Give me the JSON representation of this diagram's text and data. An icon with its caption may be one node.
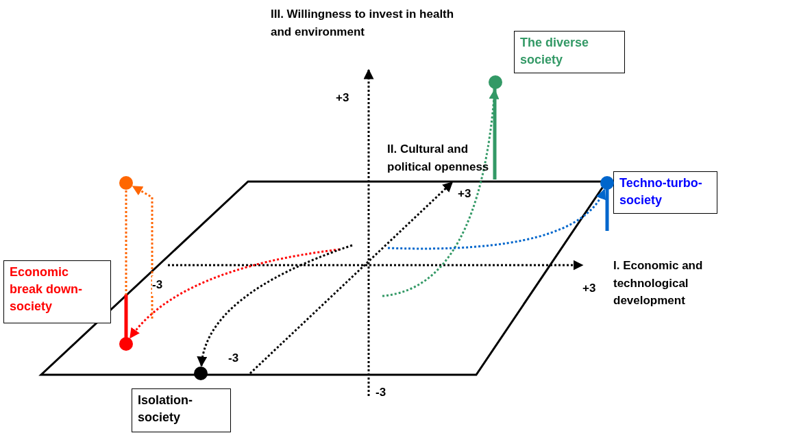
{
  "diagram": {
    "nodes": [
      {
        "text": [
          "The diverse society"
        ]
      },
      {
        "text": [
          "Techno-turbo-society"
        ]
      },
      {
        "text": [
          "Economic break down-society"
        ]
      },
      {
        "text": [
          "Isolation-society"
        ]
      },
      {
        "text": [],
        "shape": "circle"
      },
      {
        "text": [],
        "shape": "circle"
      },
      {
        "text": [],
        "shape": "circle"
      },
      {
        "text": [],
        "shape": "circle"
      },
      {
        "text": [],
        "shape": "circle"
      }
    ],
    "edges": [
      {
        "from": null,
        "to": 4,
        "arrow": "to",
        "style": "dashed",
        "color": "#339966"
      },
      {
        "from": null,
        "to": 5,
        "arrow": "to",
        "style": "dashed",
        "color": "#0066cc"
      },
      {
        "from": null,
        "to": 7,
        "arrow": "to",
        "style": "dashed",
        "color": "#ff0000"
      },
      {
        "from": null,
        "to": 8,
        "arrow": "to",
        "style": "dashed",
        "color": "#000000"
      },
      {
        "from": 6,
        "to": 7,
        "arrow": "none",
        "style": "dashed",
        "color": "#ff6600"
      },
      {
        "from": null,
        "to": 6,
        "arrow": "to",
        "style": "dashed",
        "color": "#ff6600"
      }
    ],
    "labels": [
      "III.  Willingness to invest in health and environment",
      "+3",
      "II. Cultural and political openness",
      "+3",
      "I.  Economic and technological development",
      "-3",
      "+3",
      "-3",
      "-3"
    ]
  }
}
